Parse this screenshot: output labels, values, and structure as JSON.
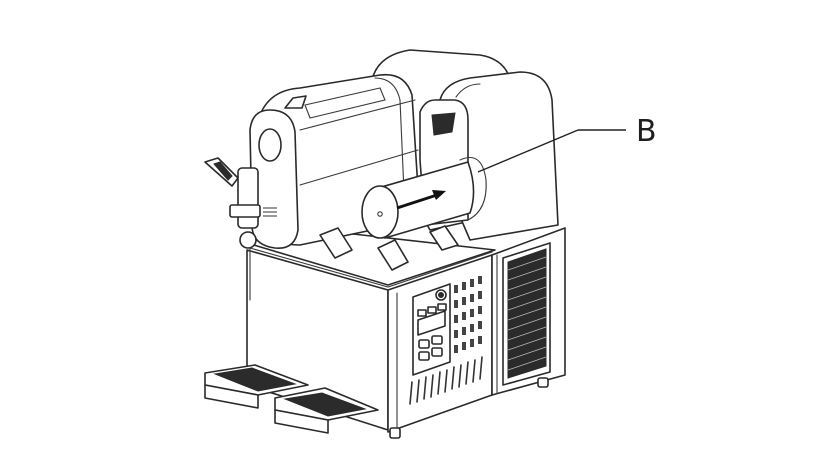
{
  "figure": {
    "subject": "slush machine with two bowls, removable auger cylinder",
    "callouts": [
      {
        "id": "B",
        "label": "B",
        "target": "auger-cylinder"
      }
    ],
    "arrow_direction": "insert cylinder toward rear",
    "colors": {
      "line": "#2a2a2a",
      "background": "#ffffff"
    }
  }
}
